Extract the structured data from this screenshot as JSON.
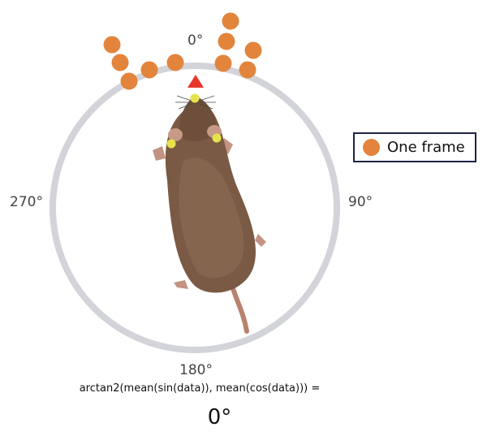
{
  "compass": {
    "north": "0°",
    "east": "90°",
    "south": "180°",
    "west": "270°"
  },
  "legend": {
    "label": "One frame",
    "color": "#e3843d"
  },
  "formula": "arctan2(mean(sin(data)), mean(cos(data))) =",
  "result": "0°",
  "colors": {
    "ring": "#d3d4d9",
    "frame_dot": "#e3843d",
    "heading_marker": "#e8362b",
    "tracking_point": "#e6e34a",
    "mouse_body": "#7a5a44"
  },
  "icons": {
    "heading_marker": "red-triangle-icon",
    "subject": "mouse-illustration"
  }
}
